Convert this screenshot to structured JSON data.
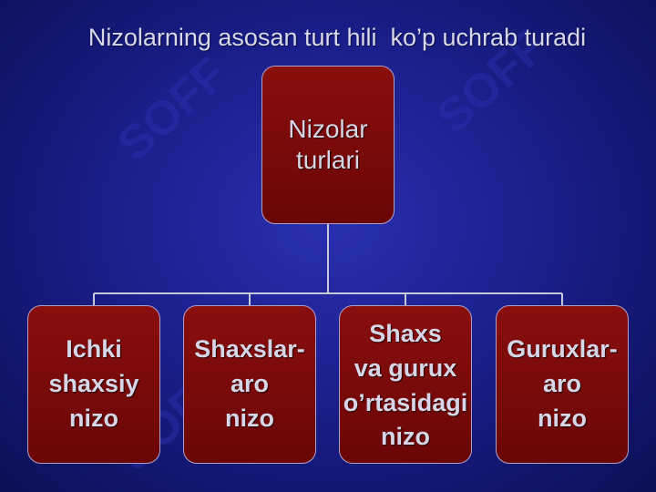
{
  "title": "Nizolarning asosan turt hili  ko’p uchrab turadi",
  "root": {
    "label": "Nizolar\nturlari"
  },
  "children": [
    {
      "label": "Ichki\nshaxsiy\nnizo"
    },
    {
      "label": "Shaxslar-\naro\nnizo"
    },
    {
      "label": "Shaxs\nva gurux\no’rtasidagi\nnizo"
    },
    {
      "label": "Guruxlar-\naro\nnizo"
    }
  ],
  "watermark": "SOFF",
  "colors": {
    "background": "#1a1f8c",
    "node_fill": "#7a0a0a",
    "node_border": "#b0a0c8",
    "connector": "#c8c8d8",
    "text": "#d6d6e6"
  }
}
